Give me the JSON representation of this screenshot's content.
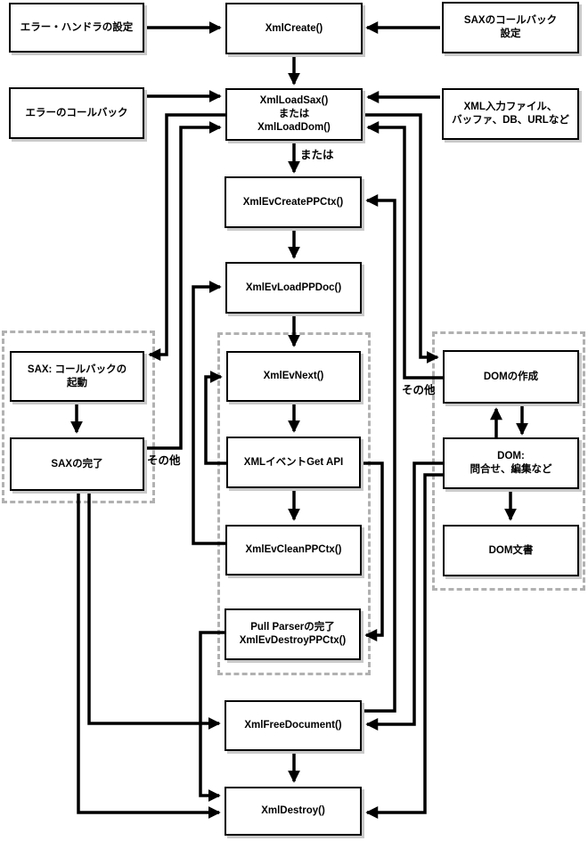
{
  "diagram": {
    "nodes": {
      "err_handler": "エラー・ハンドラの設定",
      "xml_create": "XmlCreate()",
      "sax_callback": "SAXのコールバック\n設定",
      "err_callback": "エラーのコールバック",
      "xml_load": "XmlLoadSax()\nまたは\nXmlLoadDom()",
      "xml_input": "XML入力ファイル、\nバッファ、DB、URLなど",
      "ev_create": "XmlEvCreatePPCtx()",
      "ev_load": "XmlEvLoadPPDoc()",
      "sax_invoke": "SAX: コールバックの\n起動",
      "ev_next": "XmlEvNext()",
      "dom_create": "DOMの作成",
      "sax_done": "SAXの完了",
      "get_api": "XMLイベントGet API",
      "dom_query": "DOM:\n問合せ、編集など",
      "ev_clean": "XmlEvCleanPPCtx()",
      "dom_doc": "DOM文書",
      "pull_done": "Pull Parserの完了\nXmlEvDestroyPPCtx()",
      "free_doc": "XmlFreeDocument()",
      "destroy": "XmlDestroy()"
    },
    "labels": {
      "or": "または",
      "others_sax": "その他",
      "others_dom": "その他"
    },
    "colors": {
      "line": "#000000",
      "box_border": "#000000",
      "box_fill": "#ffffff",
      "shadow": "#c9c9c9",
      "group_border": "#b1b1b1"
    }
  }
}
